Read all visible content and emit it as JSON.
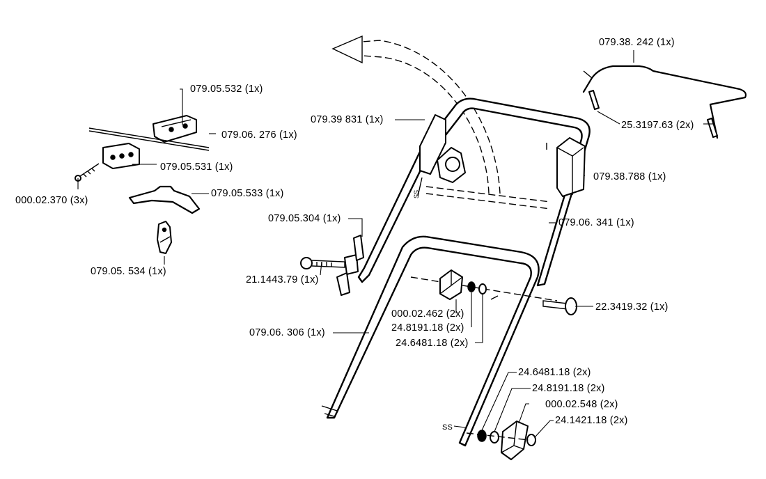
{
  "labels": {
    "top_right_bar": "079.38. 242  (1x)",
    "pin_top_right": "25.3197.63  (2x)",
    "right_box": "079.38.788  (1x)",
    "right_tube": "079.06. 341  (1x)",
    "top_bracket": "079.39 831  (1x)",
    "clip_top": "079.05.532  (1x)",
    "rod": "079.06. 276  (1x)",
    "clip_bottom": "079.05.531  (1x)",
    "screw": "000.02.370  (3x)",
    "wire": "079.05.533  (1x)",
    "hook": "079.05. 534  (1x)",
    "bolt_part": "079.05.304  (1x)",
    "bolt": "21.1443.79  (1x)",
    "knob_mid": "000.02.462  (2x)",
    "washer_mid_1": "24.8191.18  (2x)",
    "washer_mid_2": "24.6481.18  (2x)",
    "carriage_bolt": "22.3419.32  (1x)",
    "lower_tube": "079.06. 306  (1x)",
    "washer_low_1": "24.6481.18  (2x)",
    "washer_low_2": "24.8191.18  (2x)",
    "knob_low": "000.02.548  (2x)",
    "nut_low": "24.1421.18  (2x)"
  },
  "marks": {
    "ss": "SS",
    "bracket_mark": "SS"
  }
}
